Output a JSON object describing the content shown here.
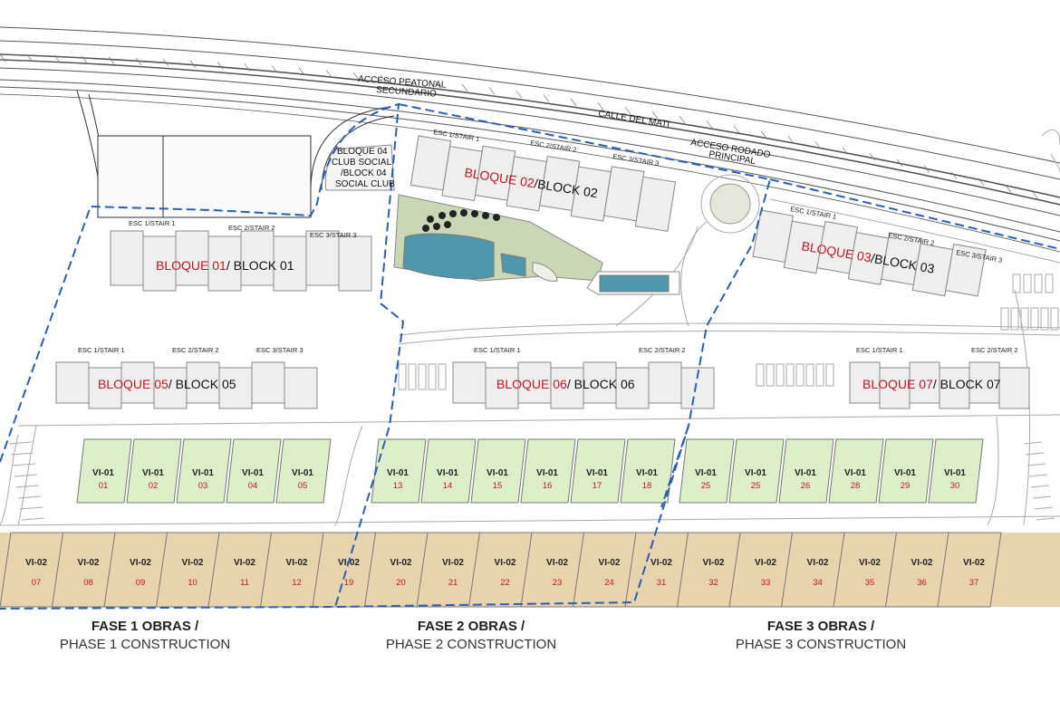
{
  "roads": {
    "calle": "CALLE DEL MATI",
    "pedestrian_line1": "ACCESO PEATONAL",
    "pedestrian_line2": "SECUNDARIO",
    "vehicle_line1": "ACCESO RODADO",
    "vehicle_line2": "PRINCIPAL"
  },
  "club": {
    "line1": "BLOQUE 04",
    "line2": "CLUB SOCIAL",
    "line3": "/BLOCK 04",
    "line4": "SOCIAL CLUB"
  },
  "blocks": [
    {
      "id": "b01",
      "red": "BLOQUE 01",
      "black": "/ BLOCK 01"
    },
    {
      "id": "b02",
      "red": "BLOQUE 02",
      "black": "/BLOCK 02"
    },
    {
      "id": "b03",
      "red": "BLOQUE 03",
      "black": "/BLOCK 03"
    },
    {
      "id": "b05",
      "red": "BLOQUE 05",
      "black": "/ BLOCK 05"
    },
    {
      "id": "b06",
      "red": "BLOQUE 06",
      "black": "/ BLOCK 06"
    },
    {
      "id": "b07",
      "red": "BLOQUE 07",
      "black": "/ BLOCK 07"
    }
  ],
  "stairs": {
    "b01": [
      "ESC 1/STAIR 1",
      "ESC 2/STAIR 2",
      "ESC 3/STAIR 3"
    ],
    "b02": [
      "ESC 1/STAIR 1",
      "ESC 2/STAIR 2",
      "ESC 3/STAIR 3"
    ],
    "b03": [
      "ESC 1/STAIR 1",
      "ESC 2/STAIR 2",
      "ESC 3/STAIR 3"
    ],
    "b05": [
      "ESC 1/STAIR 1",
      "ESC 2/STAIR 2",
      "ESC 3/STAIR 3"
    ],
    "b06": [
      "ESC 1/STAIR 1",
      "ESC 2/STAIR 2"
    ],
    "b07": [
      "ESC 1/STAIR 1",
      "ESC 2/STAIR 2"
    ]
  },
  "villas_row1": {
    "type": "VI-01",
    "numbers": [
      "01",
      "02",
      "03",
      "04",
      "05",
      "13",
      "14",
      "15",
      "16",
      "17",
      "18",
      "25",
      "25",
      "26",
      "28",
      "29",
      "30"
    ]
  },
  "villas_row2": {
    "type": "VI-02",
    "numbers": [
      "07",
      "08",
      "09",
      "10",
      "11",
      "12",
      "19",
      "20",
      "21",
      "22",
      "23",
      "24",
      "31",
      "32",
      "33",
      "34",
      "35",
      "36",
      "37"
    ]
  },
  "phases": [
    {
      "title": "FASE 1 OBRAS /",
      "subtitle": "PHASE 1 CONSTRUCTION"
    },
    {
      "title": "FASE 2 OBRAS /",
      "subtitle": "PHASE 2 CONSTRUCTION"
    },
    {
      "title": "FASE 3 OBRAS /",
      "subtitle": "PHASE 3 CONSTRUCTION"
    }
  ],
  "colors": {
    "villa_green": "#dcefc8",
    "villa_tan": "#e8d4ac",
    "water": "#4f97ad",
    "garden": "#c9d7b4",
    "phase_line": "#2b5fb5",
    "label_red": "#c8141e"
  }
}
